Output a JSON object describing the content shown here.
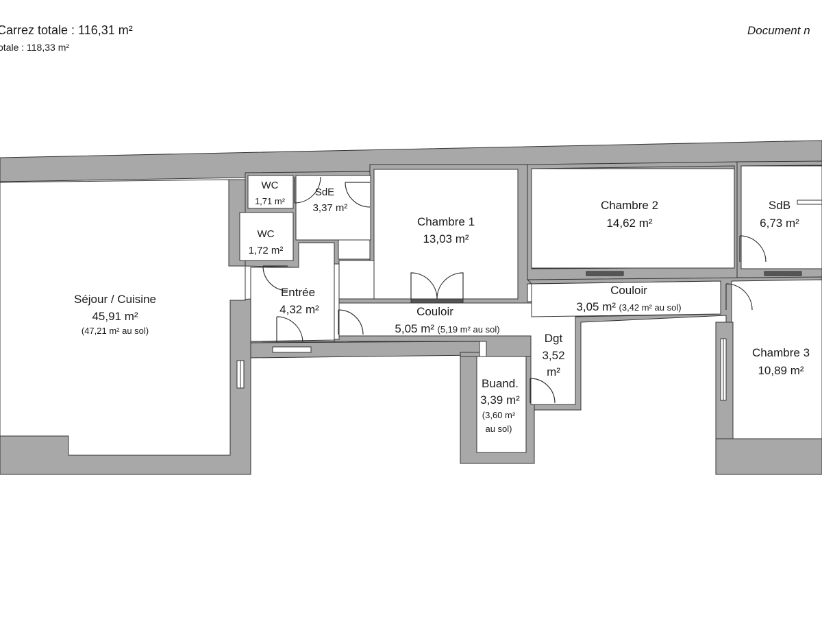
{
  "header": {
    "carrez_total": "Carrez totale : 116,31 m²",
    "surface_totale": "otale : 118,33 m²",
    "document_note": "Document n"
  },
  "colors": {
    "wall": "#a8a8a8",
    "wall_outline": "#333333",
    "background": "#ffffff"
  },
  "rooms": {
    "wc1": {
      "name": "WC",
      "area": "1,71 m²"
    },
    "sde": {
      "name": "SdE",
      "area": "3,37 m²"
    },
    "wc2": {
      "name": "WC",
      "area": "1,72 m²"
    },
    "chambre1": {
      "name": "Chambre 1",
      "area": "13,03 m²"
    },
    "chambre2": {
      "name": "Chambre 2",
      "area": "14,62 m²"
    },
    "sdb": {
      "name": "SdB",
      "area": "6,73 m²"
    },
    "sejour": {
      "name": "Séjour / Cuisine",
      "area": "45,91 m²",
      "floor_area": "(47,21 m² au sol)"
    },
    "entree": {
      "name": "Entrée",
      "area": "4,32 m²"
    },
    "couloir1": {
      "name": "Couloir",
      "area": "5,05 m²",
      "floor_area": "(5,19 m² au sol)"
    },
    "couloir2": {
      "name": "Couloir",
      "area": "3,05 m²",
      "floor_area": "(3,42 m² au sol)"
    },
    "dgt": {
      "name": "Dgt",
      "area_num": "3,52",
      "area_unit": "m²"
    },
    "buand": {
      "name": "Buand.",
      "area": "3,39 m²",
      "floor_area_1": "(3,60 m²",
      "floor_area_2": "au sol)"
    },
    "chambre3": {
      "name": "Chambre 3",
      "area": "10,89 m²"
    }
  }
}
